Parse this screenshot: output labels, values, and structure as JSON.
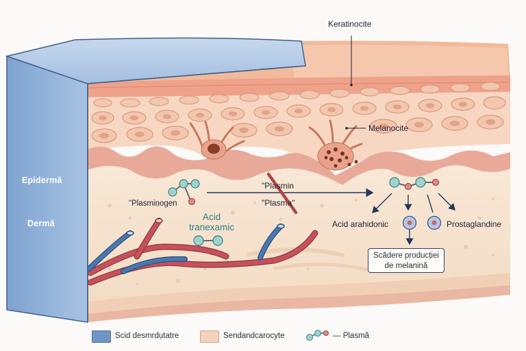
{
  "labels": {
    "keratinocite": "Keratinocite",
    "melanocite": "Melanocite",
    "epiderma": "Epidermă",
    "derma": "Dermă",
    "plasminogen": "\"Plasminogen",
    "plasmin_top": "\"Plasmin",
    "plasmin_bottom": "\"Plasma\"",
    "acid_tranexamic_1": "Acid",
    "acid_tranexamic_2": "tranexamic",
    "acid_arahidonic": "Acid arahidonic",
    "prostaglandine": "Prostaglandine",
    "box_line1": "Scădere producției",
    "box_line2": "de melanină"
  },
  "legend": {
    "item1": "Scid desmrdụtatre",
    "item2": "Sendandcarocyte",
    "item3": "— Plasmă"
  },
  "colors": {
    "legend_blue": "#6f95c8",
    "legend_peach": "#f4d2bd",
    "epidermis_block": "#8fb1d9",
    "vessel_red": "#c8505a",
    "vessel_blue": "#4a78b0"
  },
  "icons": [
    "molecule-icon",
    "inhibition-slash",
    "arrow-icon"
  ]
}
